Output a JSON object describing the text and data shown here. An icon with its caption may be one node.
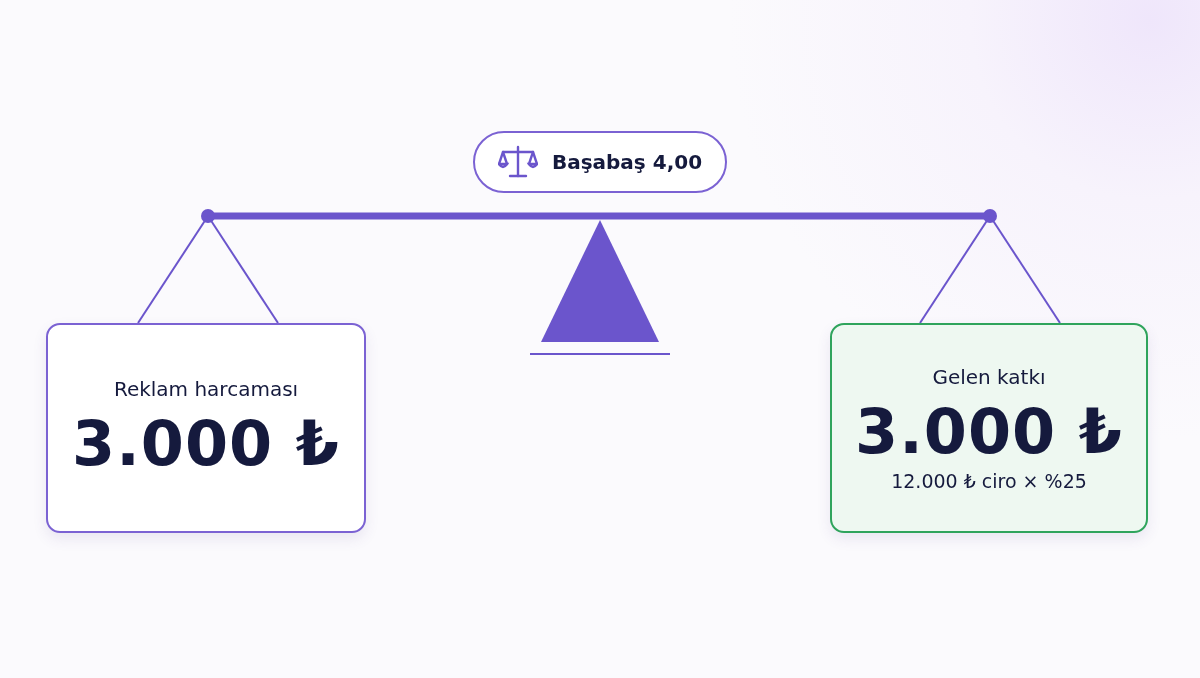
{
  "diagram": {
    "nodes": [
      {
        "text": [
          "Başabaş 4,00"
        ]
      },
      {
        "text": [
          "Reklam harcaması",
          "3.000 ₺"
        ]
      },
      {
        "text": [
          "Gelen katkı",
          "3.000 ₺",
          "12.000 ₺ ciro × %25"
        ]
      }
    ]
  }
}
